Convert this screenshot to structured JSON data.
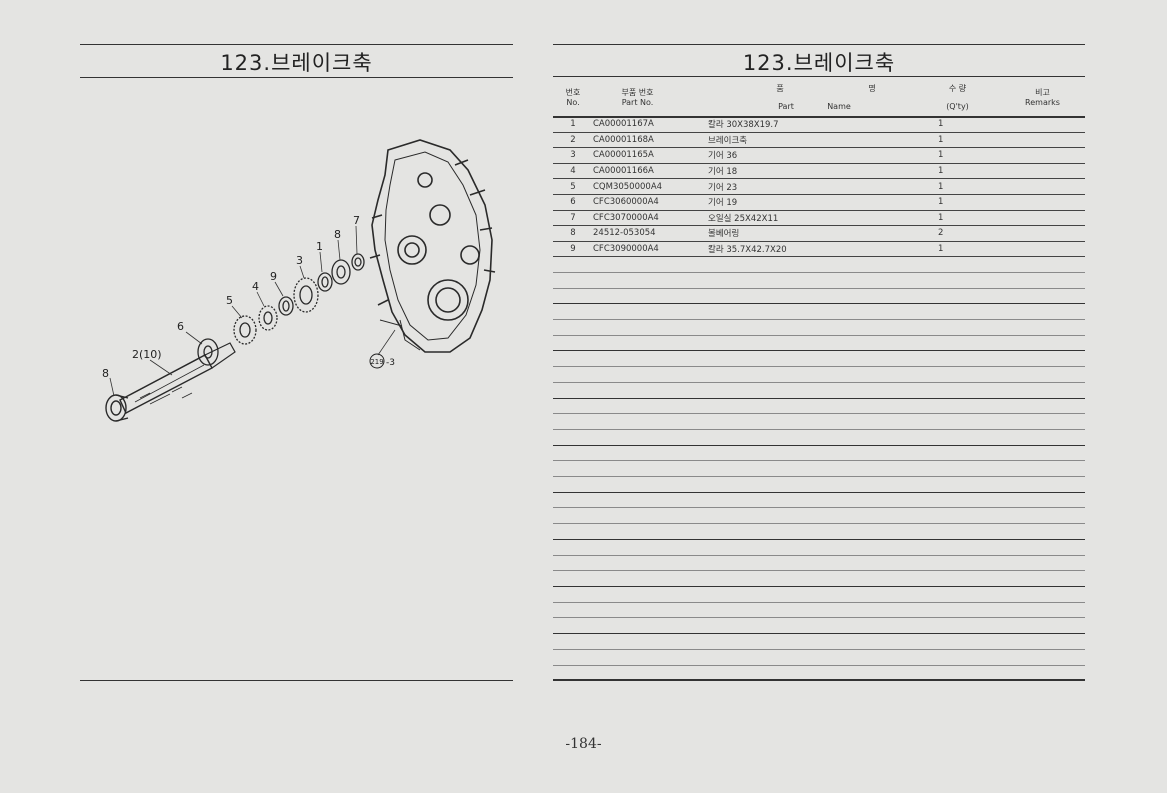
{
  "left_page": {
    "title": "123.브레이크축",
    "callouts": [
      "8",
      "2(10)",
      "6",
      "5",
      "4",
      "9",
      "3",
      "1",
      "8",
      "7",
      "219",
      "-3"
    ]
  },
  "right_page": {
    "title": "123.브레이크축",
    "headers": {
      "no_ko": "번호",
      "no_en": "No.",
      "part_no_ko": "부품 번호",
      "part_no_en": "Part   No.",
      "name_ko_1": "품",
      "name_ko_2": "명",
      "name_en_1": "Part",
      "name_en_2": "Name",
      "qty_ko": "수  량",
      "qty_en": "(Q'ty)",
      "remarks_ko": "비고",
      "remarks_en": "Remarks"
    },
    "rows": [
      {
        "no": "1",
        "part_no": "CA00001167A",
        "name": "칼라 30X38X19.7",
        "qty": "1"
      },
      {
        "no": "2",
        "part_no": "CA00001168A",
        "name": "브레이크축",
        "qty": "1"
      },
      {
        "no": "3",
        "part_no": "CA00001165A",
        "name": "기어 36",
        "qty": "1"
      },
      {
        "no": "4",
        "part_no": "CA00001166A",
        "name": "기어 18",
        "qty": "1"
      },
      {
        "no": "5",
        "part_no": "CQM3050000A4",
        "name": "기어 23",
        "qty": "1"
      },
      {
        "no": "6",
        "part_no": "CFC3060000A4",
        "name": "기어 19",
        "qty": "1"
      },
      {
        "no": "7",
        "part_no": "CFC3070000A4",
        "name": "오일실 25X42X11",
        "qty": "1"
      },
      {
        "no": "8",
        "part_no": "24512-053054",
        "name": "볼베어링",
        "qty": "2"
      },
      {
        "no": "9",
        "part_no": "CFC3090000A4",
        "name": "칼라 35.7X42.7X20",
        "qty": "1"
      }
    ]
  },
  "page_number": "-184-"
}
